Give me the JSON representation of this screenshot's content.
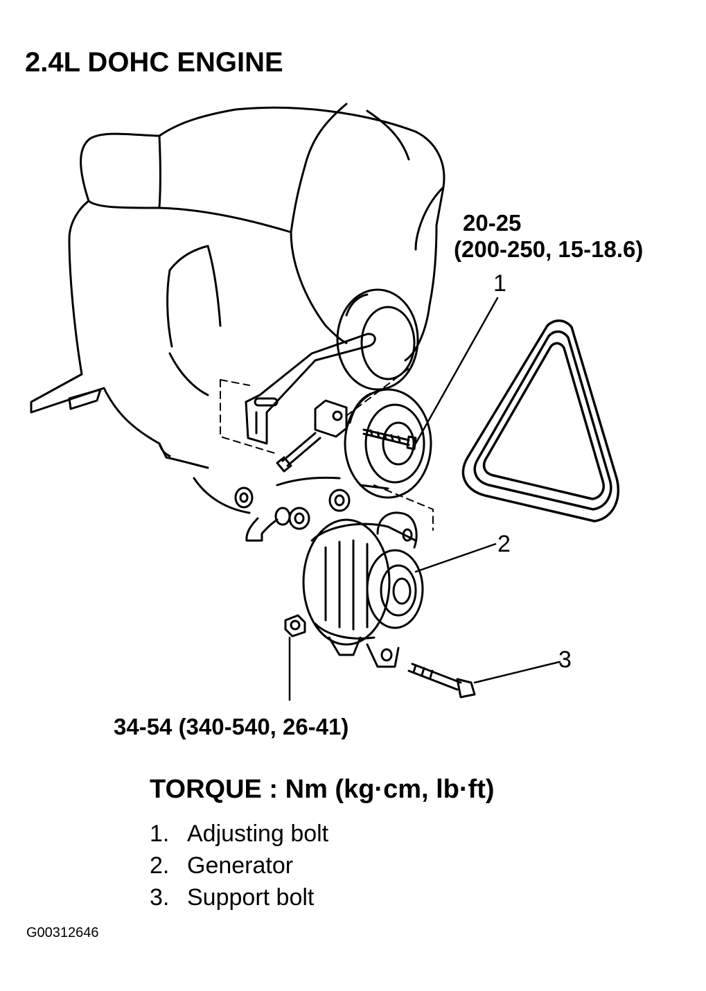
{
  "title": "2.4L DOHC ENGINE",
  "callouts": {
    "top_torque_line1": "20-25",
    "top_torque_line2": "(200-250, 15-18.6)",
    "bottom_torque": "34-54 (340-540, 26-41)",
    "num1": "1",
    "num2": "2",
    "num3": "3"
  },
  "torque_heading": "TORQUE : Nm (kg·cm, lb·ft)",
  "legend": [
    {
      "num": "1.",
      "label": "Adjusting bolt"
    },
    {
      "num": "2.",
      "label": "Generator"
    },
    {
      "num": "3.",
      "label": "Support bolt"
    }
  ],
  "figure_code": "G00312646"
}
